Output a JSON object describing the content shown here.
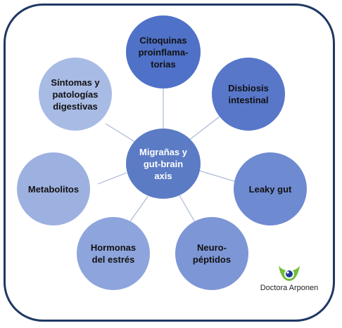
{
  "diagram": {
    "hub": {
      "label": "Migrañas y\ngut-brain\naxis",
      "color": "#5b7bc4"
    },
    "nodes": [
      {
        "id": "citoquinas",
        "label": "Citoquinas\nproinflama-\ntorias",
        "color": "#4f71c7"
      },
      {
        "id": "disbiosis",
        "label": "Disbiosis\nintestinal",
        "color": "#5877c9"
      },
      {
        "id": "leaky-gut",
        "label": "Leaky gut",
        "color": "#6e8ad1"
      },
      {
        "id": "neuropeptidos",
        "label": "Neuro-\npéptidos",
        "color": "#7d96d6"
      },
      {
        "id": "hormonas",
        "label": "Hormonas\ndel estrés",
        "color": "#8ea4dc"
      },
      {
        "id": "metabolitos",
        "label": "Metabolitos",
        "color": "#9db1e0"
      },
      {
        "id": "sintomas",
        "label": "Síntomas y\npatologías\ndigestivas",
        "color": "#a8bbe5"
      }
    ]
  },
  "logo": {
    "text": "Doctora Arponen",
    "green": "#6fbf3a",
    "blue": "#1f3a93"
  }
}
